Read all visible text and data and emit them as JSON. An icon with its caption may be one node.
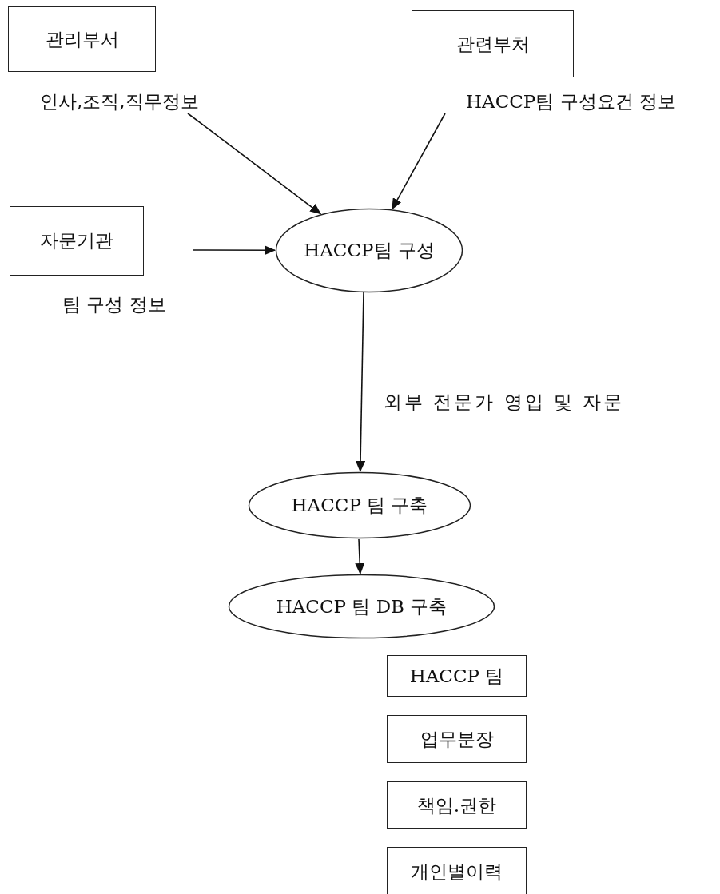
{
  "diagram": {
    "nodes": [
      {
        "text": [
          "관리부서"
        ],
        "beside": [
          "인사,조직,직무정보"
        ]
      },
      {
        "text": [
          "관련부처"
        ],
        "beside": [
          "HACCP팀 구성요건 정보"
        ]
      },
      {
        "text": [
          "자문기관"
        ],
        "beside": [
          "팀 구성 정보"
        ]
      },
      {
        "text": [
          "HACCP팀 구성"
        ]
      },
      {
        "text": [
          "HACCP 팀 구축"
        ]
      },
      {
        "text": [
          "HACCP 팀 DB 구축"
        ]
      },
      {
        "text": [
          "HACCP 팀"
        ]
      },
      {
        "text": [
          "업무분장"
        ]
      },
      {
        "text": [
          "책임.권한"
        ]
      },
      {
        "text": [
          "개인별이력"
        ]
      }
    ],
    "edges": [
      {
        "from": 0,
        "to": 3,
        "arrow": "to"
      },
      {
        "from": 1,
        "to": 3,
        "arrow": "to"
      },
      {
        "from": 2,
        "to": 3,
        "arrow": "to"
      },
      {
        "from": 3,
        "to": 4,
        "arrow": "to",
        "label": "외부 전문가 영입 및 자문"
      },
      {
        "from": 4,
        "to": 5,
        "arrow": "to"
      }
    ]
  }
}
